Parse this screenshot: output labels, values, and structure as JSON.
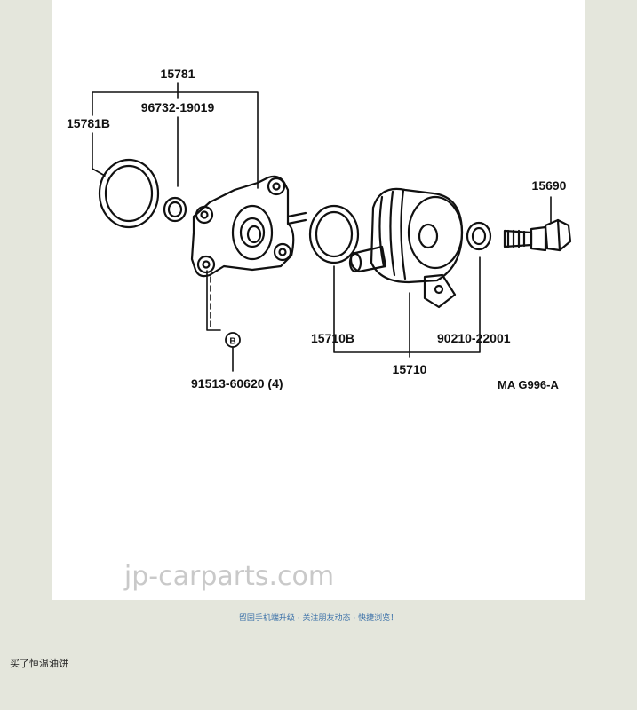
{
  "diagram": {
    "labels": {
      "part_15781": "15781",
      "part_96732": "96732-19019",
      "part_15781b": "15781B",
      "part_15690": "15690",
      "part_15710b": "15710B",
      "part_90210": "90210-22001",
      "part_15710": "15710",
      "part_91513": "91513-60620 (4)",
      "bolt_marker": "B",
      "figure_code": "MA G996-A"
    },
    "watermark": "jp-carparts.com"
  },
  "footer": {
    "link_text": "留园手机端升级 · 关注朋友动态 · 快捷浏览！"
  },
  "post": {
    "text": "买了恒温油饼"
  }
}
